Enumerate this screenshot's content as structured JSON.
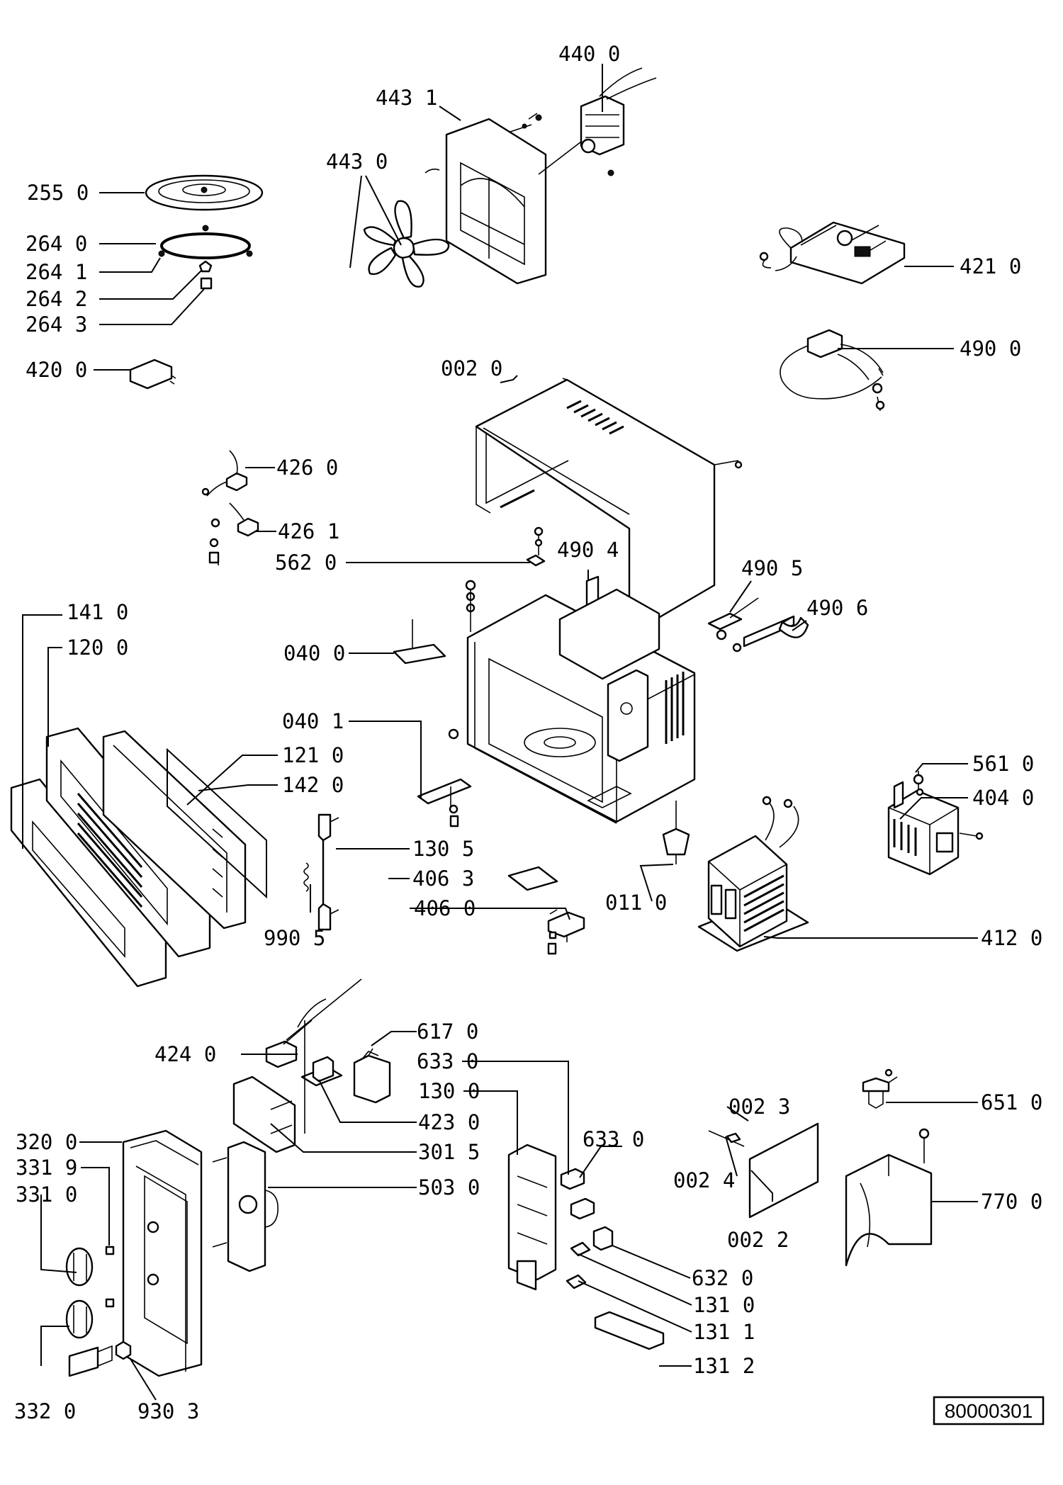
{
  "parts": {
    "p4400": "440 0",
    "p4431": "443 1",
    "p4430": "443 0",
    "p2550": "255 0",
    "p2640": "264 0",
    "p2641": "264 1",
    "p2642": "264 2",
    "p2643": "264 3",
    "p4200": "420 0",
    "p4210": "421 0",
    "p4900": "490 0",
    "p0020": "002 0",
    "p4260": "426 0",
    "p4261": "426 1",
    "p5620": "562 0",
    "p4904": "490 4",
    "p4905": "490 5",
    "p4906": "490 6",
    "p1410": "141 0",
    "p1200": "120 0",
    "p0400": "040 0",
    "p0401": "040 1",
    "p1210": "121 0",
    "p1420": "142 0",
    "p5610": "561 0",
    "p4040": "404 0",
    "p1305": "130 5",
    "p4063": "406 3",
    "p4060": "406 0",
    "p0110": "011 0",
    "p9905": "990 5",
    "p4120": "412 0",
    "p6170": "617 0",
    "p4240": "424 0",
    "p6330a": "633 0",
    "p1300": "130 0",
    "p4230": "423 0",
    "p3200": "320 0",
    "p3319": "331 9",
    "p3310": "331 0",
    "p3015": "301 5",
    "p6330b": "633 0",
    "p0023": "002 3",
    "p0024": "002 4",
    "p6510": "651 0",
    "p5030": "503 0",
    "p0022": "002 2",
    "p7700": "770 0",
    "p6320": "632 0",
    "p1310": "131 0",
    "p1311": "131 1",
    "p1312": "131 2",
    "p3320": "332 0",
    "p9303": "930 3"
  },
  "reference_number": "80000301"
}
